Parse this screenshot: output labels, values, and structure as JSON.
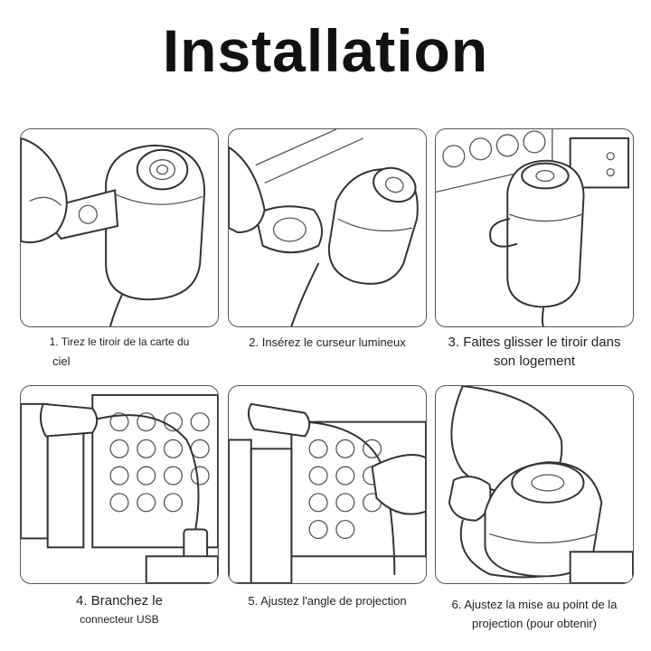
{
  "title": "Installation",
  "steps": [
    {
      "line1": "1. Tirez le tiroir de la carte du",
      "line2": "ciel"
    },
    {
      "line1": "2. Insérez le curseur lumineux",
      "line2": ""
    },
    {
      "line1": "3. Faites glisser le tiroir dans",
      "line2": "son logement"
    },
    {
      "line1": "4. Branchez le",
      "line2": "connecteur USB"
    },
    {
      "line1": "5. Ajustez l'angle de projection",
      "line2": ""
    },
    {
      "line1": "6. Ajustez la mise au point de la",
      "line2": "projection (pour obtenir)"
    }
  ]
}
